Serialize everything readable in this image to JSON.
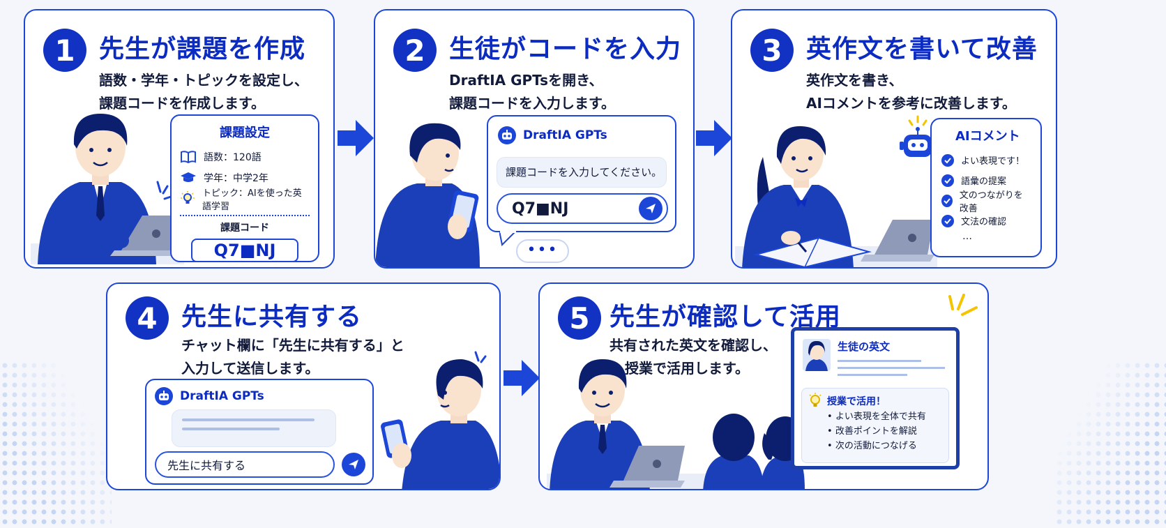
{
  "steps": [
    {
      "num": "1",
      "title": "先生が課題を作成",
      "desc": [
        "語数・学年・トピックを設定し、",
        "課題コードを作成します。"
      ],
      "panel": {
        "title": "課題設定",
        "rows": [
          {
            "icon": "book-icon",
            "text": "語数：120語"
          },
          {
            "icon": "graduation-cap-icon",
            "text": "学年：中学2年"
          },
          {
            "icon": "lightbulb-icon",
            "text": "トピック：AIを使った英語学習"
          }
        ],
        "code_label": "課題コード",
        "code": "Q7■NJ"
      }
    },
    {
      "num": "2",
      "title": "生徒がコードを入力",
      "desc": [
        "DraftIA GPTsを開き、",
        "課題コードを入力します。"
      ],
      "chat": {
        "bot_name": "DraftIA GPTs",
        "prompt": "課題コードを入力してください。",
        "input": "Q7■NJ",
        "typing": "•••"
      }
    },
    {
      "num": "3",
      "title": "英作文を書いて改善",
      "desc": [
        "英作文を書き、",
        "AIコメントを参考に改善します。"
      ],
      "comment": {
        "title": "AIコメント",
        "items": [
          "よい表現です！",
          "語彙の提案",
          "文のつながりを改善",
          "文法の確認"
        ],
        "more": "…"
      }
    },
    {
      "num": "4",
      "title": "先生に共有する",
      "desc": [
        "チャット欄に「先生に共有する」と",
        "入力して送信します。"
      ],
      "chat": {
        "bot_name": "DraftIA GPTs",
        "input": "先生に共有する"
      }
    },
    {
      "num": "5",
      "title": "先生が確認して活用",
      "desc": [
        "共有された英文を確認し、",
        "授業で活用します。"
      ],
      "board": {
        "title": "生徒の英文",
        "use_title": "授業で活用！",
        "bullets": [
          "よい表現を全体で共有",
          "改善ポイントを解説",
          "次の活動につなげる"
        ]
      }
    }
  ],
  "colors": {
    "primary": "#1c46d8",
    "dark_navy": "#0f1f4d",
    "accent_yellow": "#f5c400"
  }
}
